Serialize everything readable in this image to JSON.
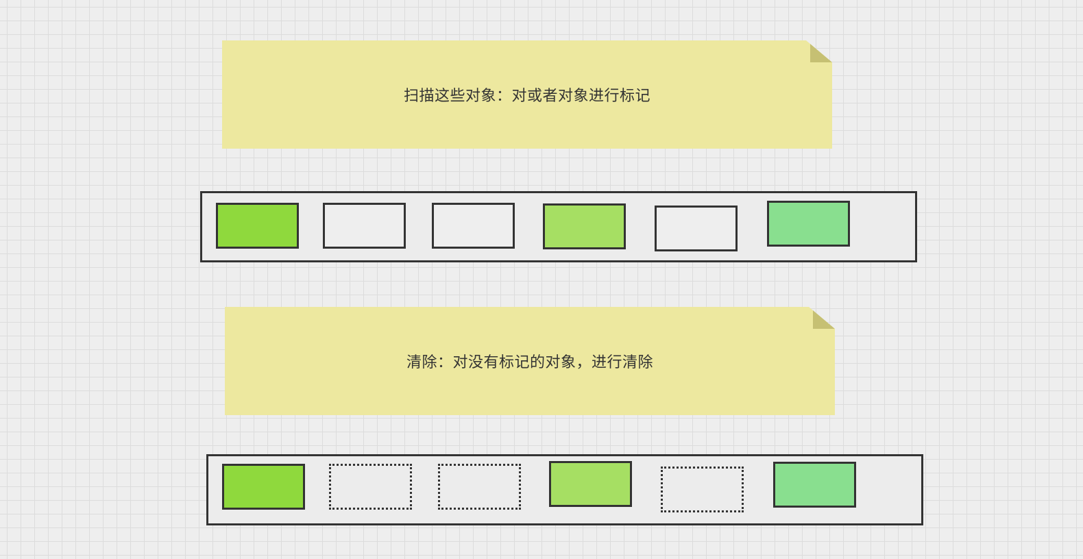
{
  "notes": [
    {
      "text": "扫描这些对象：对或者对象进行标记"
    },
    {
      "text": "清除：对没有标记的对象，进行清除"
    }
  ],
  "heaps": [
    {
      "objects": [
        {
          "fill": "#8fd93d",
          "border": "solid"
        },
        {
          "fill": "#eeeeee",
          "border": "solid"
        },
        {
          "fill": "#eeeeee",
          "border": "solid"
        },
        {
          "fill": "#a6df63",
          "border": "solid"
        },
        {
          "fill": "#eeeeee",
          "border": "solid"
        },
        {
          "fill": "#89df8f",
          "border": "solid"
        }
      ]
    },
    {
      "objects": [
        {
          "fill": "#8fd93d",
          "border": "solid"
        },
        {
          "fill": "transparent",
          "border": "dotted"
        },
        {
          "fill": "transparent",
          "border": "dotted"
        },
        {
          "fill": "#a6df63",
          "border": "solid"
        },
        {
          "fill": "transparent",
          "border": "dotted"
        },
        {
          "fill": "#89df8f",
          "border": "solid"
        }
      ]
    }
  ]
}
